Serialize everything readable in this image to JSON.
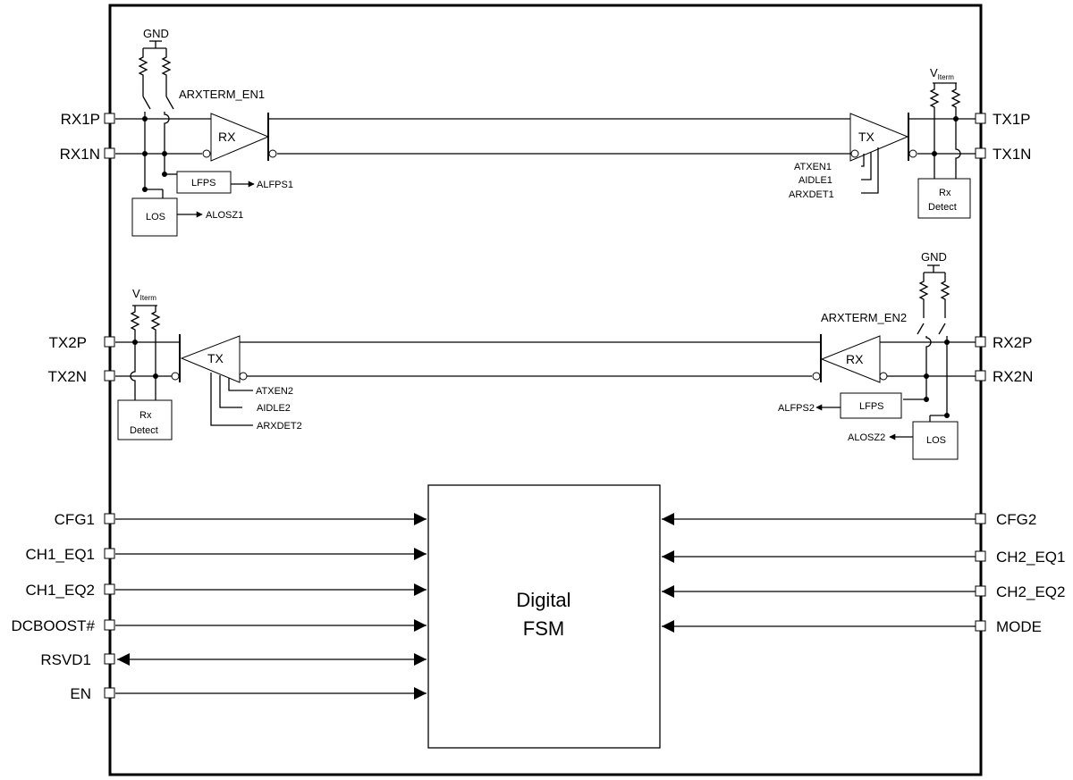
{
  "pins_left": {
    "rx1p": "RX1P",
    "rx1n": "RX1N",
    "tx2p": "TX2P",
    "tx2n": "TX2N",
    "cfg1": "CFG1",
    "ch1_eq1": "CH1_EQ1",
    "ch1_eq2": "CH1_EQ2",
    "dcboost": "DCBOOST#",
    "rsvd1": "RSVD1",
    "en": "EN"
  },
  "pins_right": {
    "tx1p": "TX1P",
    "tx1n": "TX1N",
    "rx2p": "RX2P",
    "rx2n": "RX2N",
    "cfg2": "CFG2",
    "ch2_eq1": "CH2_EQ1",
    "ch2_eq2": "CH2_EQ2",
    "mode": "MODE"
  },
  "channel1": {
    "gnd": "GND",
    "arxterm": "ARXTERM_EN1",
    "rx": "RX",
    "lfps": "LFPS",
    "alfps": "ALFPS1",
    "los": "LOS",
    "alosz": "ALOSZ1",
    "vterm_v": "V",
    "vterm_sub": "Iterm",
    "tx": "TX",
    "atxen": "ATXEN1",
    "aidle": "AIDLE1",
    "arxdet": "ARXDET1",
    "rxdetect_line1": "Rx",
    "rxdetect_line2": "Detect"
  },
  "channel2": {
    "vterm_v": "V",
    "vterm_sub": "Iterm",
    "tx": "TX",
    "atxen": "ATXEN2",
    "aidle": "AIDLE2",
    "arxdet": "ARXDET2",
    "rxdetect_line1": "Rx",
    "rxdetect_line2": "Detect",
    "gnd": "GND",
    "arxterm": "ARXTERM_EN2",
    "rx": "RX",
    "lfps": "LFPS",
    "alfps": "ALFPS2",
    "los": "LOS",
    "alosz": "ALOSZ2"
  },
  "fsm": {
    "line1": "Digital",
    "line2": "FSM"
  }
}
